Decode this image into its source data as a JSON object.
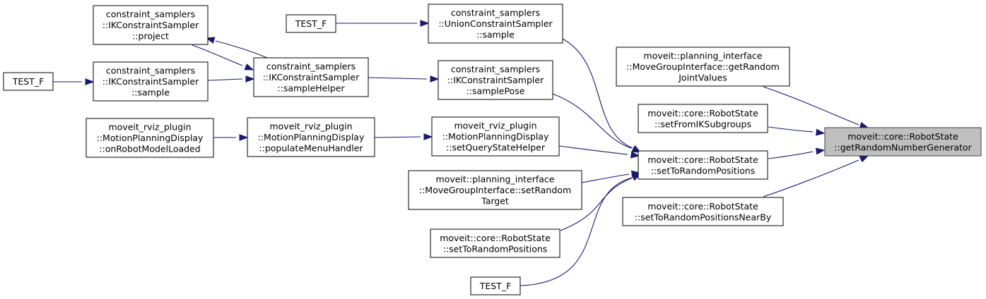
{
  "nodes": [
    {
      "id": "target",
      "lines": [
        "moveit::core::RobotState",
        "::getRandomNumberGenerator"
      ],
      "highlight": true
    },
    {
      "id": "mgi_getRandomJointValues",
      "lines": [
        "moveit::planning_interface",
        "::MoveGroupInterface::getRandom",
        "JointValues"
      ]
    },
    {
      "id": "rs_setFromIKSubgroups",
      "lines": [
        "moveit::core::RobotState",
        "::setFromIKSubgroups"
      ]
    },
    {
      "id": "rs_setToRandomPositions_a",
      "lines": [
        "moveit::core::RobotState",
        "::setToRandomPositions"
      ]
    },
    {
      "id": "rs_setToRandomPositionsNearBy",
      "lines": [
        "moveit::core::RobotState",
        "::setToRandomPositionsNearBy"
      ]
    },
    {
      "id": "ucs_sample",
      "lines": [
        "constraint_samplers",
        "::UnionConstraintSampler",
        "::sample"
      ]
    },
    {
      "id": "ikcs_samplePose",
      "lines": [
        "constraint_samplers",
        "::IKConstraintSampler",
        "::samplePose"
      ]
    },
    {
      "id": "mpd_setQueryStateHelper",
      "lines": [
        "moveit_rviz_plugin",
        "::MotionPlanningDisplay",
        "::setQueryStateHelper"
      ]
    },
    {
      "id": "mgi_setRandomTarget",
      "lines": [
        "moveit::planning_interface",
        "::MoveGroupInterface::setRandom",
        "Target"
      ]
    },
    {
      "id": "rs_setToRandomPositions_b",
      "lines": [
        "moveit::core::RobotState",
        "::setToRandomPositions"
      ]
    },
    {
      "id": "testf_bottom",
      "lines": [
        "TEST_F"
      ]
    },
    {
      "id": "testf_top",
      "lines": [
        "TEST_F"
      ]
    },
    {
      "id": "ikcs_sampleHelper",
      "lines": [
        "constraint_samplers",
        "::IKConstraintSampler",
        "::sampleHelper"
      ]
    },
    {
      "id": "mpd_populateMenuHandler",
      "lines": [
        "moveit_rviz_plugin",
        "::MotionPlanningDisplay",
        "::populateMenuHandler"
      ]
    },
    {
      "id": "ikcs_project",
      "lines": [
        "constraint_samplers",
        "::IKConstraintSampler",
        "::project"
      ]
    },
    {
      "id": "ikcs_sample",
      "lines": [
        "constraint_samplers",
        "::IKConstraintSampler",
        "::sample"
      ]
    },
    {
      "id": "mpd_onRobotModelLoaded",
      "lines": [
        "moveit_rviz_plugin",
        "::MotionPlanningDisplay",
        "::onRobotModelLoaded"
      ]
    },
    {
      "id": "testf_left",
      "lines": [
        "TEST_F"
      ]
    }
  ],
  "edges": [
    {
      "from": "mgi_getRandomJointValues",
      "to": "target"
    },
    {
      "from": "rs_setFromIKSubgroups",
      "to": "target"
    },
    {
      "from": "rs_setToRandomPositions_a",
      "to": "target"
    },
    {
      "from": "rs_setToRandomPositionsNearBy",
      "to": "target"
    },
    {
      "from": "ucs_sample",
      "to": "rs_setToRandomPositions_a"
    },
    {
      "from": "ikcs_samplePose",
      "to": "rs_setToRandomPositions_a"
    },
    {
      "from": "mpd_setQueryStateHelper",
      "to": "rs_setToRandomPositions_a"
    },
    {
      "from": "mgi_setRandomTarget",
      "to": "rs_setToRandomPositions_a"
    },
    {
      "from": "rs_setToRandomPositions_b",
      "to": "rs_setToRandomPositions_a"
    },
    {
      "from": "testf_bottom",
      "to": "rs_setToRandomPositions_a"
    },
    {
      "from": "testf_top",
      "to": "ucs_sample"
    },
    {
      "from": "ikcs_sampleHelper",
      "to": "ikcs_samplePose"
    },
    {
      "from": "mpd_populateMenuHandler",
      "to": "mpd_setQueryStateHelper"
    },
    {
      "from": "ikcs_sampleHelper",
      "to": "ikcs_project"
    },
    {
      "from": "ikcs_project",
      "to": "ikcs_sampleHelper"
    },
    {
      "from": "ikcs_sample",
      "to": "ikcs_sampleHelper"
    },
    {
      "from": "mpd_onRobotModelLoaded",
      "to": "mpd_populateMenuHandler"
    },
    {
      "from": "testf_left",
      "to": "ikcs_sample"
    }
  ],
  "colors": {
    "edge": "#191970",
    "highlight_fill": "#bfbfbf",
    "node_border": "#000000"
  }
}
